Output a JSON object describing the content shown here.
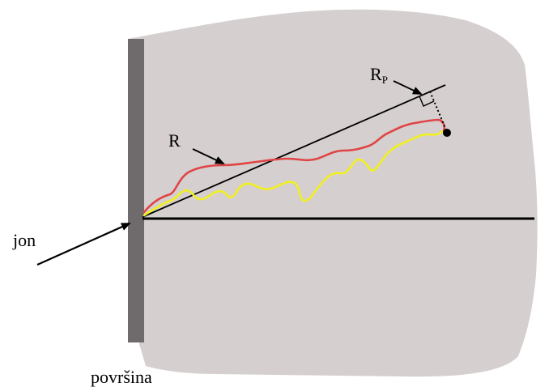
{
  "labels": {
    "ion": "jon",
    "surface": "površina",
    "range": "R",
    "projected_range_main": "R",
    "projected_range_sub": "P"
  },
  "colors": {
    "background": "#ffffff",
    "material": "#d6cfcf",
    "surface_wall": "#6f6b6c",
    "ion_path_red": "#e04545",
    "ion_path_yellow": "#f0f020",
    "lines": "#000000"
  }
}
